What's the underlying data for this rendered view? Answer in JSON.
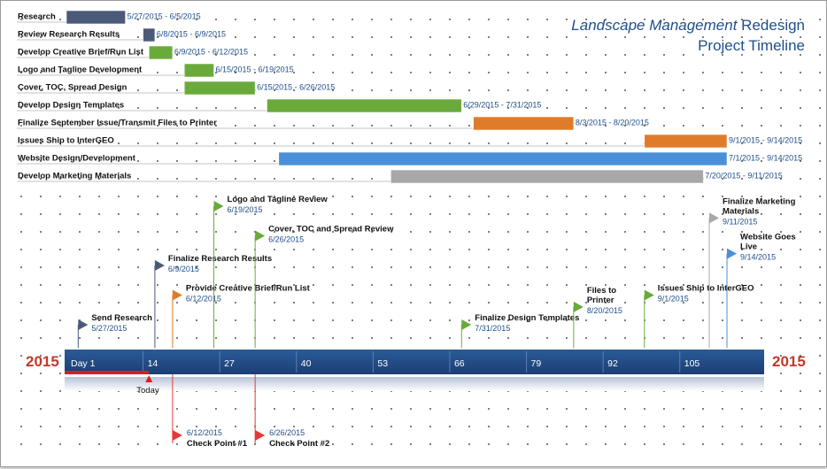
{
  "chart_data": {
    "type": "gantt-timeline",
    "title_italic": "Landscape Management",
    "title_rest": "Redesign",
    "subtitle": "Project Timeline",
    "year_left": "2015",
    "year_right": "2015",
    "axis": {
      "min_day": 0,
      "max_day": 118,
      "ticks": [
        {
          "day": 0,
          "label": "Day 1"
        },
        {
          "day": 13,
          "label": "14"
        },
        {
          "day": 26,
          "label": "27"
        },
        {
          "day": 39,
          "label": "40"
        },
        {
          "day": 52,
          "label": "53"
        },
        {
          "day": 65,
          "label": "66"
        },
        {
          "day": 78,
          "label": "79"
        },
        {
          "day": 91,
          "label": "92"
        },
        {
          "day": 104,
          "label": "105"
        }
      ]
    },
    "today": {
      "label": "Today",
      "day": 14
    },
    "tasks": [
      {
        "name": "Research",
        "start": 0,
        "end": 10,
        "dates": "5/27/2015 - 6/5/2015",
        "color": "#4a5a78"
      },
      {
        "name": "Review Research Results",
        "start": 13,
        "end": 15,
        "dates": "6/8/2015 - 6/9/2015",
        "color": "#4a5a78"
      },
      {
        "name": "Develop Creative Brief/Run List",
        "start": 14,
        "end": 18,
        "dates": "6/9/2015 - 6/12/2015",
        "color": "#6aaa3a"
      },
      {
        "name": "Logo and Tagline Development",
        "start": 20,
        "end": 25,
        "dates": "6/15/2015 - 6/19/2015",
        "color": "#6aaa3a"
      },
      {
        "name": "Cover, TOC, Spread Design",
        "start": 20,
        "end": 32,
        "dates": "6/15/2015 - 6/26/2015",
        "color": "#6aaa3a"
      },
      {
        "name": "Develop Design Templates",
        "start": 34,
        "end": 67,
        "dates": "6/29/2015 - 7/31/2015",
        "color": "#6aaa3a"
      },
      {
        "name": "Finalize September Issue/Transmit Files to Printer",
        "start": 69,
        "end": 86,
        "dates": "8/3/2015 - 8/20/2015",
        "color": "#e07b2a"
      },
      {
        "name": "Issues Ship to InterGEO",
        "start": 98,
        "end": 112,
        "dates": "9/1/2015 - 9/14/2015",
        "color": "#e07b2a"
      },
      {
        "name": "Website Design/Development",
        "start": 36,
        "end": 112,
        "dates": "7/1/2015 - 9/14/2015",
        "color": "#4a8fd8"
      },
      {
        "name": "Develop Marketing Materials",
        "start": 55,
        "end": 108,
        "dates": "7/20/2015 - 9/11/2015",
        "color": "#a8a8a8"
      }
    ],
    "milestones": [
      {
        "name": "Send Research",
        "day": 2,
        "date": "5/27/2015",
        "color": "#4a5a78",
        "level": 1
      },
      {
        "name": "Finalize Research Results",
        "day": 15,
        "date": "6/9/2015",
        "color": "#4a5a78",
        "level": 3
      },
      {
        "name": "Provide Creative Brief/Run List",
        "day": 18,
        "date": "6/12/2015",
        "color": "#e07b2a",
        "level": 2
      },
      {
        "name": "Logo and Tagline Review",
        "day": 25,
        "date": "6/19/2015",
        "color": "#6aaa3a",
        "level": 5
      },
      {
        "name": "Cover, TOC and Spread Review",
        "day": 32,
        "date": "6/26/2015",
        "color": "#6aaa3a",
        "level": 4
      },
      {
        "name": "Finalize Design Templates",
        "day": 67,
        "date": "7/31/2015",
        "color": "#6aaa3a",
        "level": 1
      },
      {
        "name": [
          "Files to",
          "Printer"
        ],
        "day": 86,
        "date": "8/20/2015",
        "color": "#6aaa3a",
        "level": 1.6
      },
      {
        "name": "Issues Ship to InterGEO",
        "day": 98,
        "date": "9/1/2015",
        "color": "#6aaa3a",
        "level": 2
      },
      {
        "name": [
          "Finalize Marketing",
          "Materials"
        ],
        "day": 109,
        "date": "9/11/2015",
        "color": "#a8a8a8",
        "level": 4.6
      },
      {
        "name": [
          "Website Goes",
          "Live"
        ],
        "day": 112,
        "date": "9/14/2015",
        "color": "#4a8fd8",
        "level": 3.4
      }
    ],
    "checkpoints": [
      {
        "name": "Check Point #1",
        "day": 18,
        "date": "6/12/2015",
        "color": "#e53935"
      },
      {
        "name": "Check Point #2",
        "day": 32,
        "date": "6/26/2015",
        "color": "#e53935"
      }
    ]
  }
}
